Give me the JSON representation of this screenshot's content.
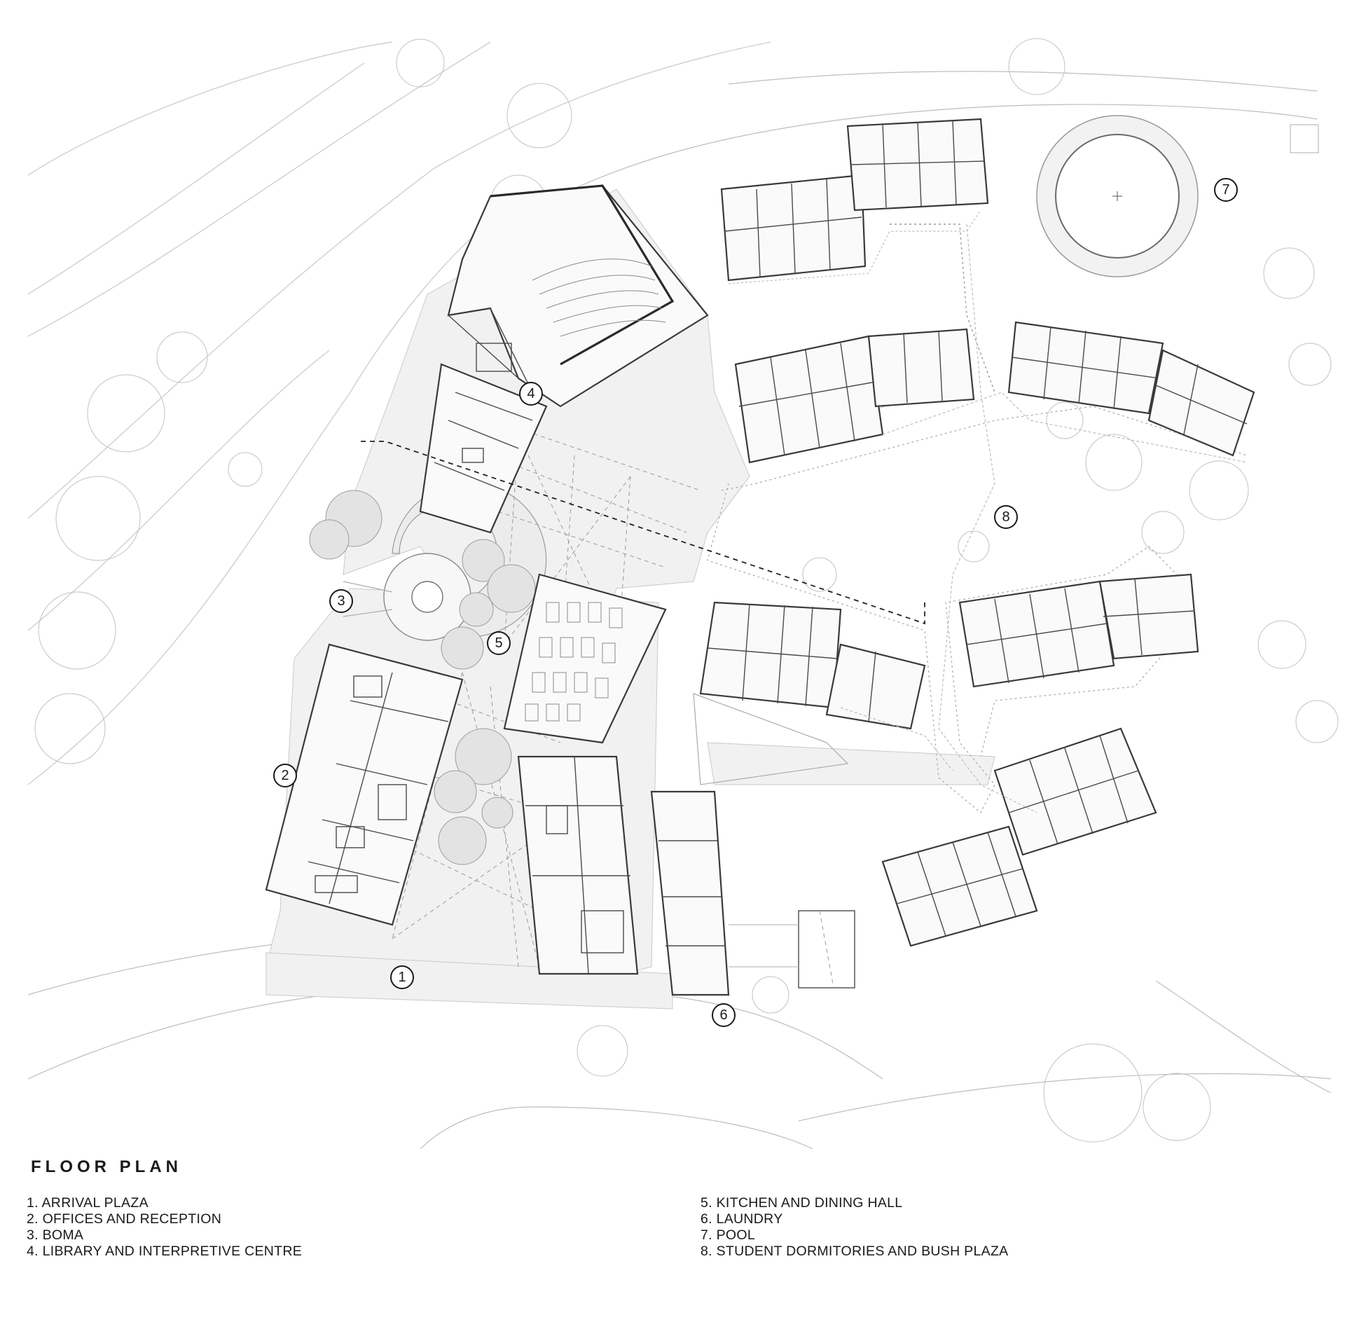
{
  "plan": {
    "markers": [
      "1",
      "2",
      "3",
      "4",
      "5",
      "6",
      "7",
      "8"
    ]
  },
  "legend": {
    "title": "FLOOR PLAN",
    "left": [
      "1. ARRIVAL PLAZA",
      "2. OFFICES AND RECEPTION",
      "3. BOMA",
      "4. LIBRARY AND INTERPRETIVE CENTRE"
    ],
    "right": [
      "5. KITCHEN AND DINING HALL",
      "6. LAUNDRY",
      "7. POOL",
      "8. STUDENT DORMITORIES AND BUSH PLAZA"
    ]
  }
}
